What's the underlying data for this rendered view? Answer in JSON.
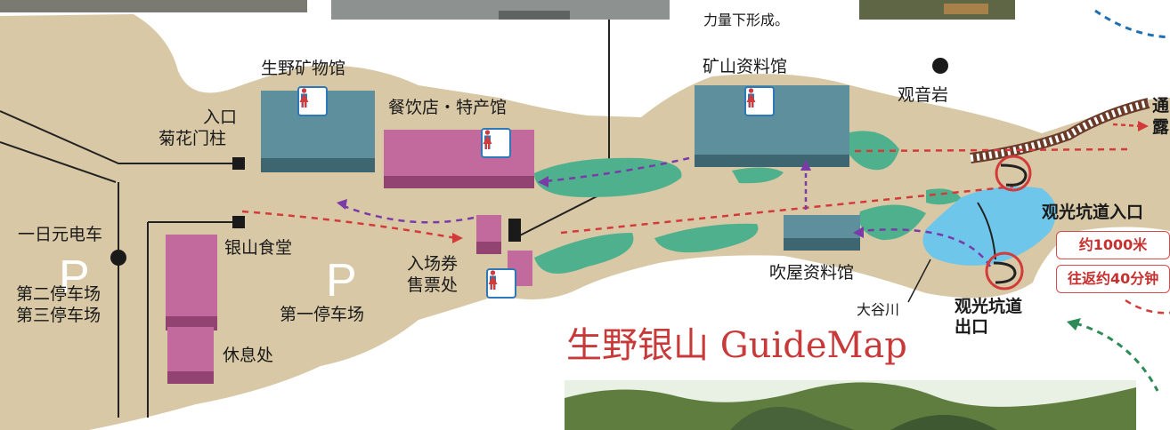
{
  "map": {
    "title": "生野银山 GuideMap",
    "caption_fragment": "力量下形成。",
    "labels": {
      "mineral_museum": "生野矿物馆",
      "restaurant": "餐饮店・特产馆",
      "mining_archive": "矿山资料馆",
      "kannon_rock": "观音岩",
      "entrance": "入口",
      "chrysanthemum_gate": "菊花门柱",
      "one_yen_train": "一日元电车",
      "silver_restaurant": "银山食堂",
      "ticket_office_1": "入场券",
      "ticket_office_2": "售票处",
      "parking_p1": "P",
      "parking_p2": "P",
      "parking_2": "第二停车场",
      "parking_3": "第三停车场",
      "parking_1": "第一停车场",
      "rest_area": "休息处",
      "fukiya_archive": "吹屋资料馆",
      "otani_river": "大谷川",
      "tunnel_entrance": "观光坑道入口",
      "tunnel_exit_1": "观光坑道",
      "tunnel_exit_2": "出口",
      "edge_top": "通",
      "edge_bottom": "露"
    },
    "badges": {
      "distance": "约1000米",
      "round_trip": "往返约40分钟"
    },
    "colors": {
      "ground": "#d8c8a6",
      "building_teal": "#5e8f9c",
      "building_pink": "#c2699d",
      "pond": "#4fb08e",
      "water": "#6ec6ea",
      "route_red": "#d33a3a",
      "route_purple": "#7a3aa8",
      "guide_green": "#2e8b57",
      "guide_blue": "#1f6fb5",
      "title": "#c83a3a"
    },
    "icons": [
      "toilet-icon",
      "kannon-rock-dot-icon",
      "loop-marker-icon"
    ]
  }
}
